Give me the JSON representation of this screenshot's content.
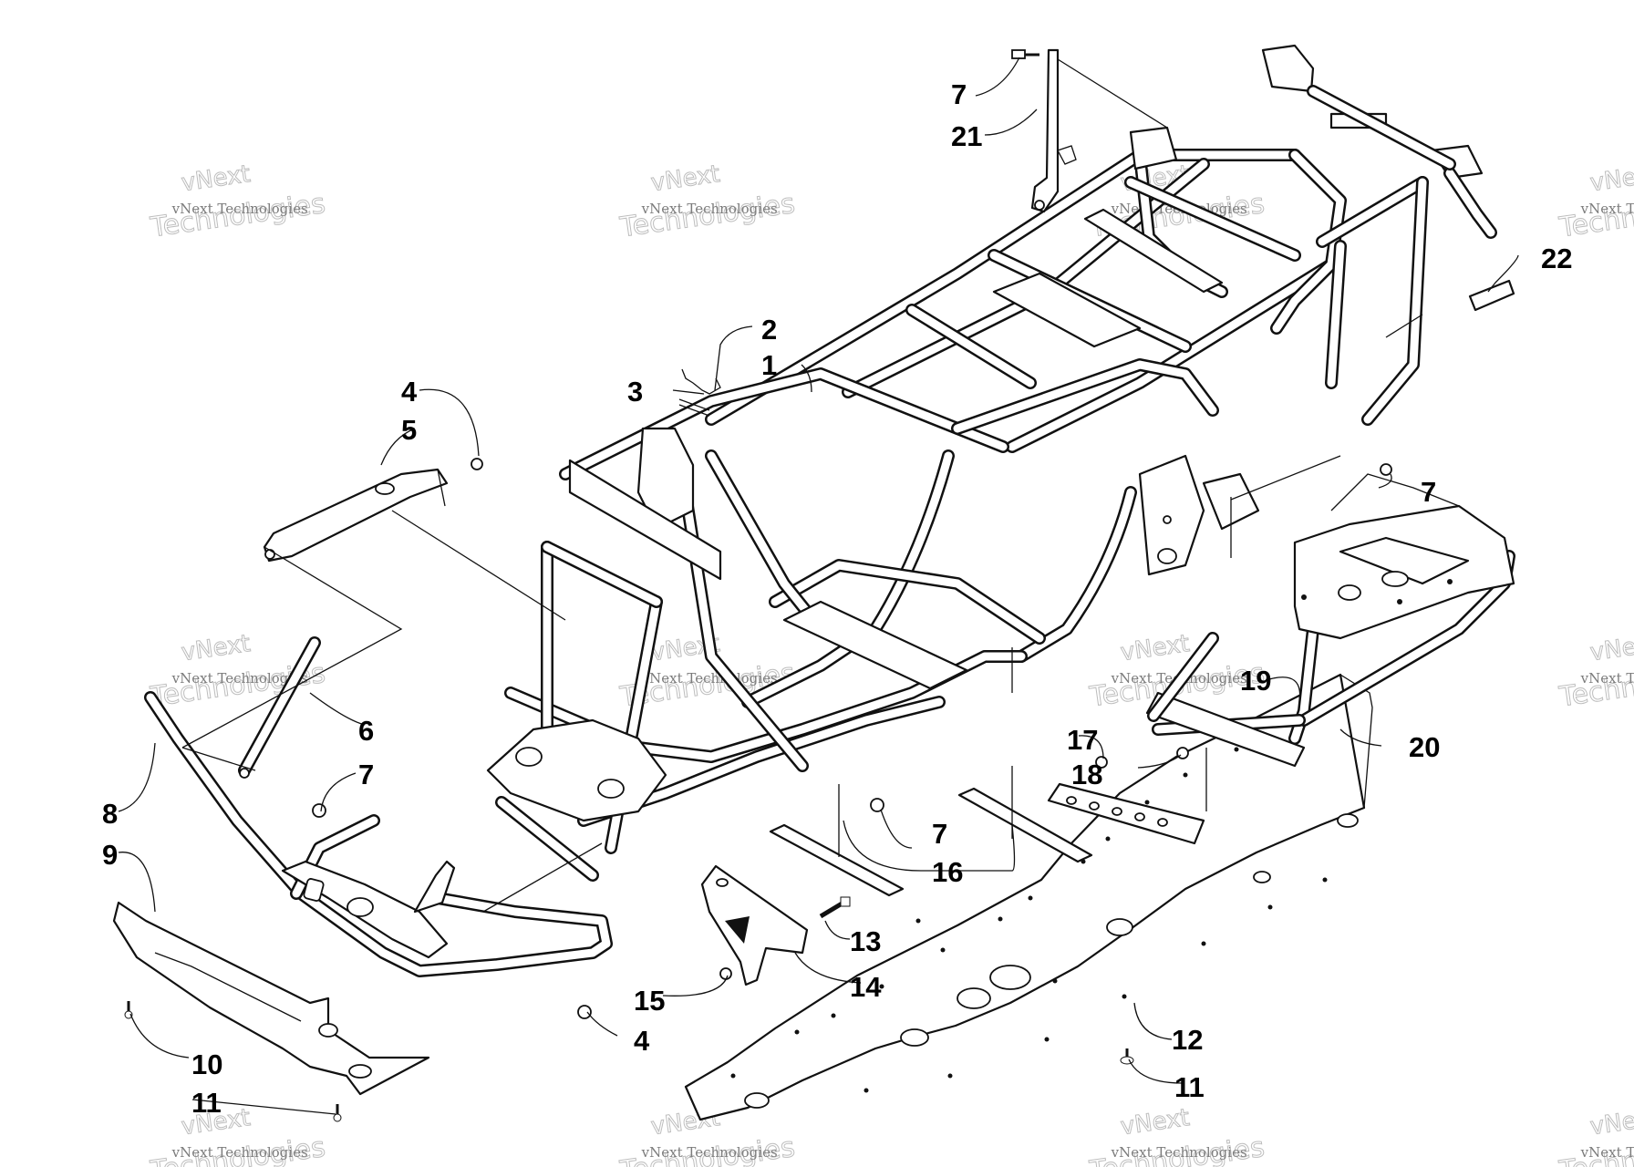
{
  "watermark": {
    "line1": "vNext",
    "line2": "vNext Technologies",
    "line3": "Technologies"
  },
  "callouts": {
    "c1": "1",
    "c2": "2",
    "c3": "3",
    "c4a": "4",
    "c4b": "4",
    "c5": "5",
    "c6": "6",
    "c7a": "7",
    "c7b": "7",
    "c7c": "7",
    "c7d": "7",
    "c8": "8",
    "c9": "9",
    "c10": "10",
    "c11a": "11",
    "c11b": "11",
    "c12": "12",
    "c13": "13",
    "c14": "14",
    "c15": "15",
    "c16": "16",
    "c17": "17",
    "c18": "18",
    "c19": "19",
    "c20": "20",
    "c21": "21",
    "c22": "22"
  }
}
